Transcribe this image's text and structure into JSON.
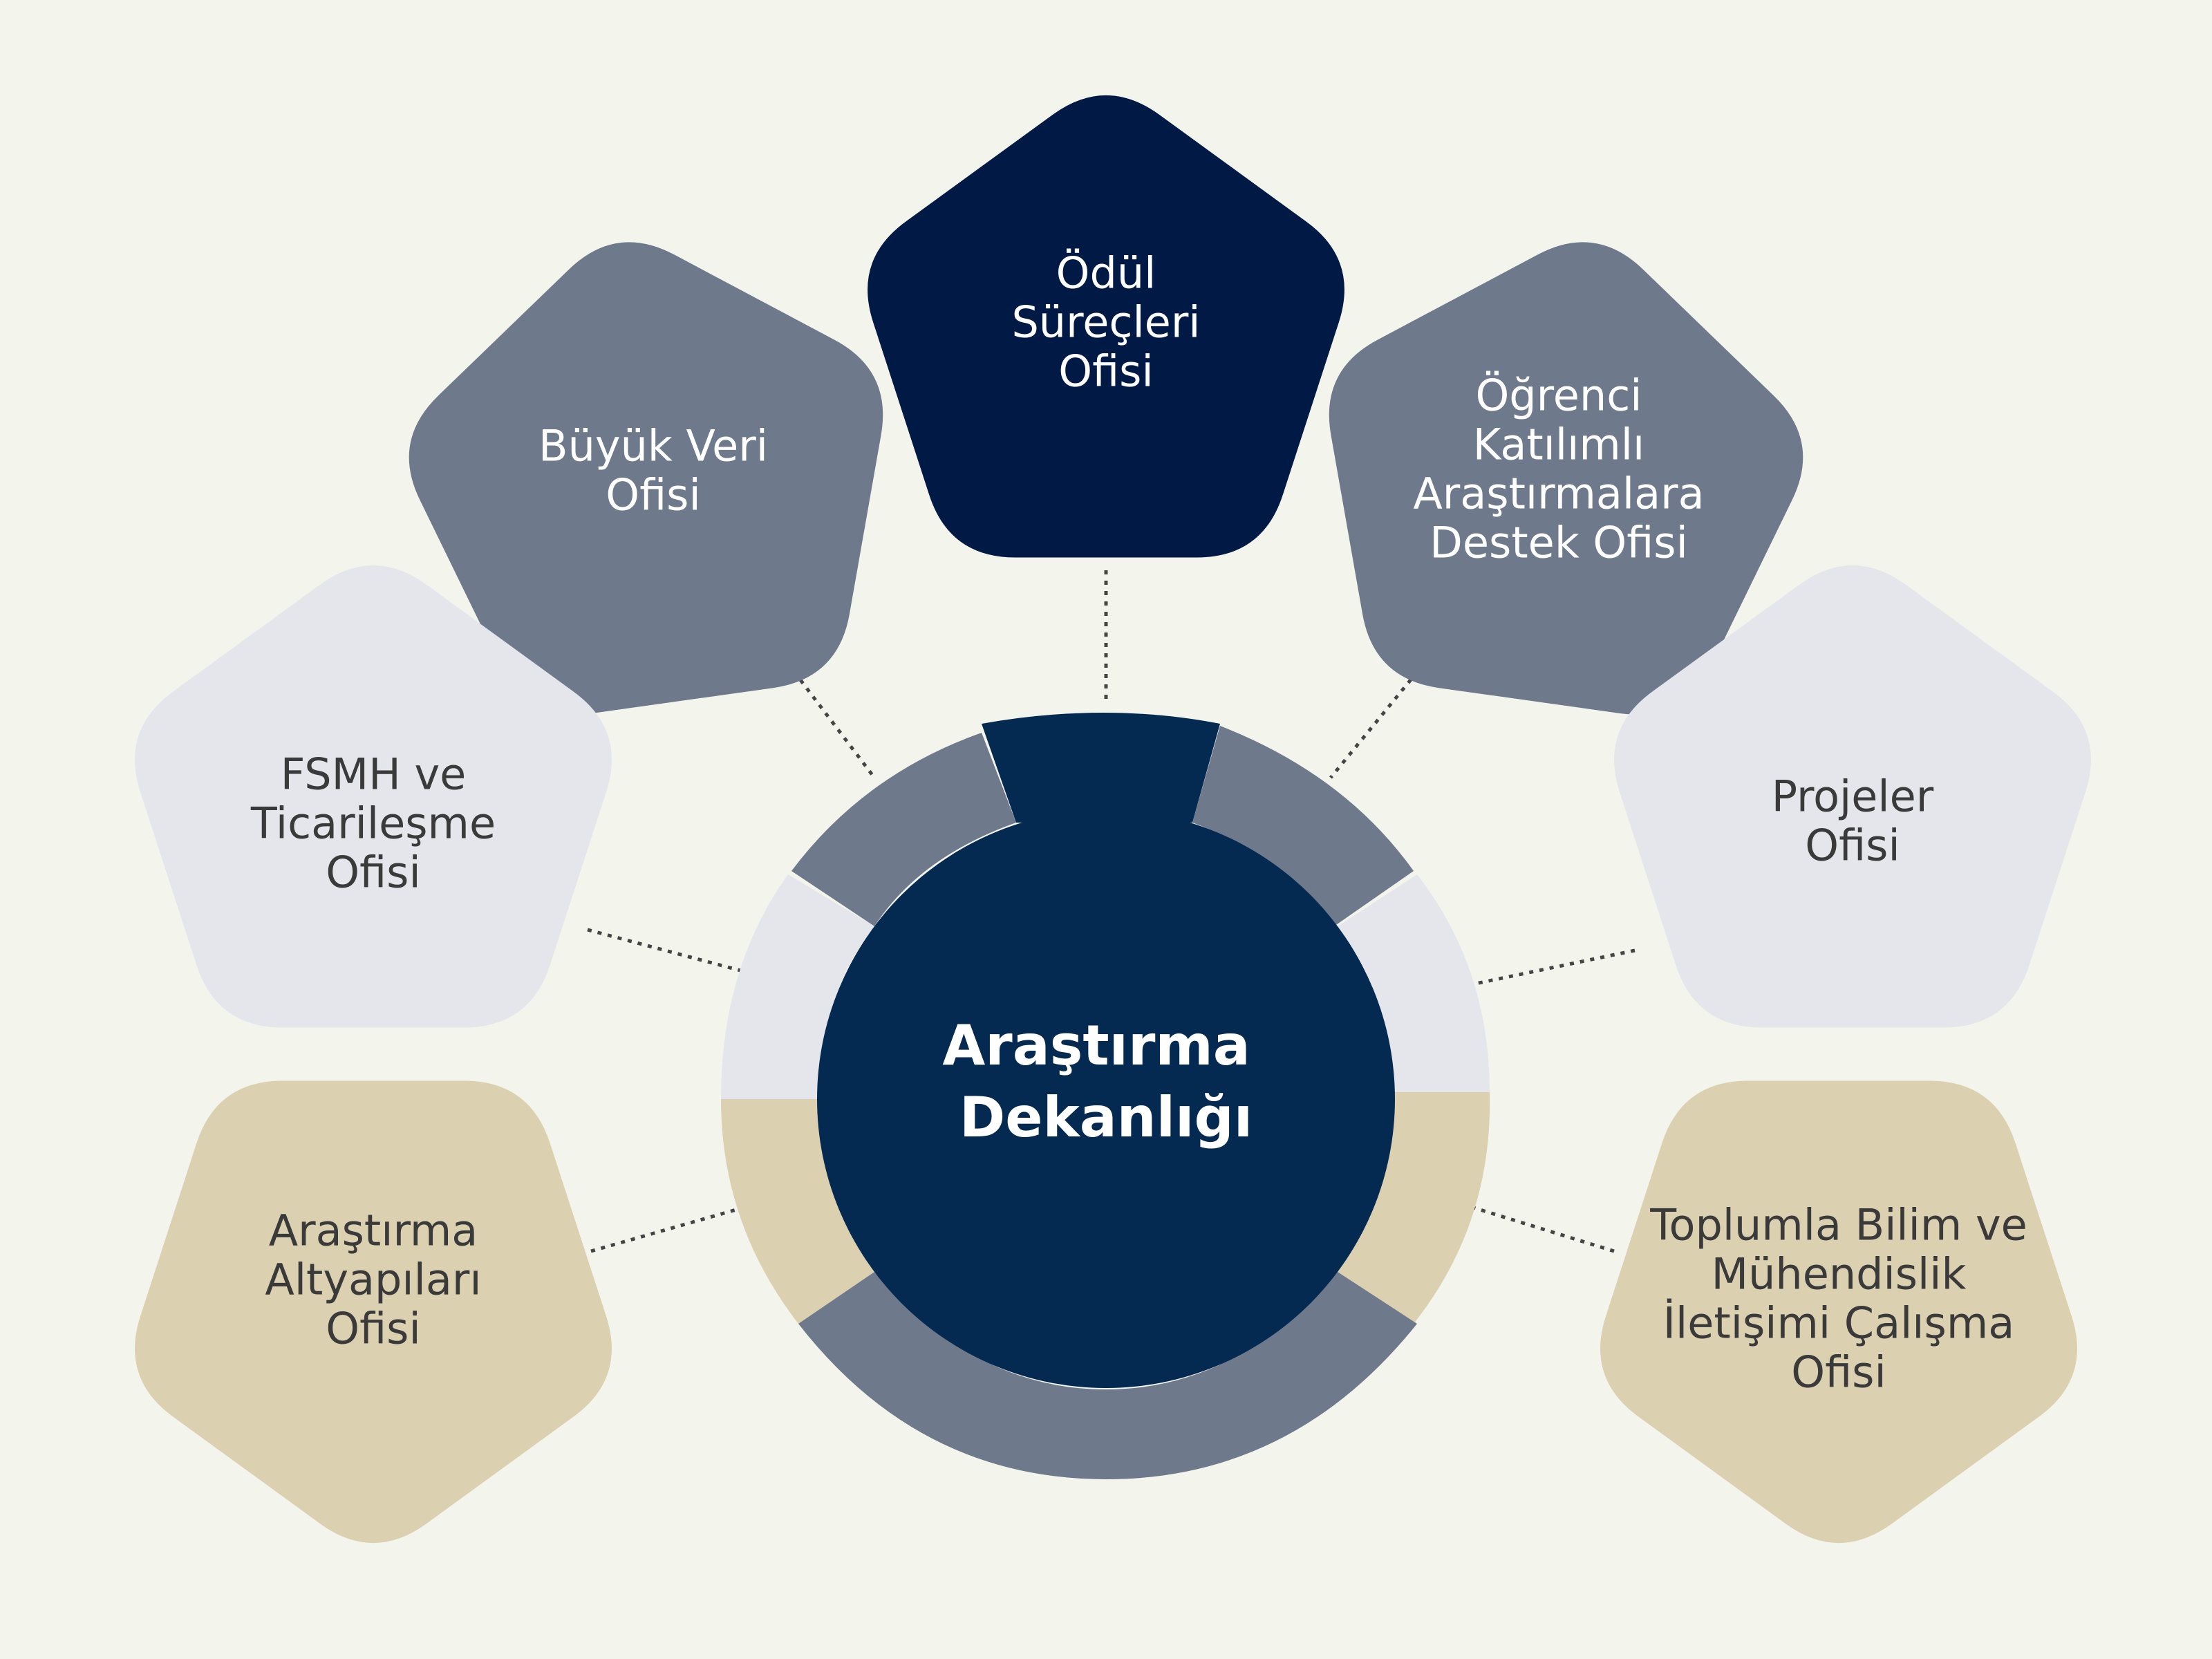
{
  "center": {
    "lines": [
      "Araştırma",
      "Dekanlığı"
    ]
  },
  "offices": [
    {
      "lines": [
        "Ödül",
        "Süreçleri",
        "Ofisi"
      ],
      "color": "#001a45",
      "text_color": "#ffffff"
    },
    {
      "lines": [
        "Büyük Veri",
        "Ofisi"
      ],
      "color": "#6e798b",
      "text_color": "#ffffff"
    },
    {
      "lines": [
        "Öğrenci",
        "Katılımlı",
        "Araştırmalara",
        "Destek Ofisi"
      ],
      "color": "#6e798b",
      "text_color": "#ffffff"
    },
    {
      "lines": [
        "FSMH ve",
        "Ticarileşme",
        "Ofisi"
      ],
      "color": "#e4e6eb",
      "text_color": "#3a3a3a"
    },
    {
      "lines": [
        "Projeler",
        "Ofisi"
      ],
      "color": "#e4e6eb",
      "text_color": "#3a3a3a"
    },
    {
      "lines": [
        "Araştırma",
        "Altyapıları",
        "Ofisi"
      ],
      "color": "#dbd0b0",
      "text_color": "#3a3a3a"
    },
    {
      "lines": [
        "Toplumla Bilim ve",
        "Mühendislik",
        "İletişimi Çalışma",
        "Ofisi"
      ],
      "color": "#dbd0b0",
      "text_color": "#3a3a3a"
    }
  ],
  "colors": {
    "background": "#f3f4ec",
    "center_fill": "#052a52",
    "ring_top": "#052a52",
    "ring_slate": "#6e798b",
    "ring_light": "#e4e6eb",
    "ring_tan": "#dbd0b0",
    "connector": "#444444"
  }
}
